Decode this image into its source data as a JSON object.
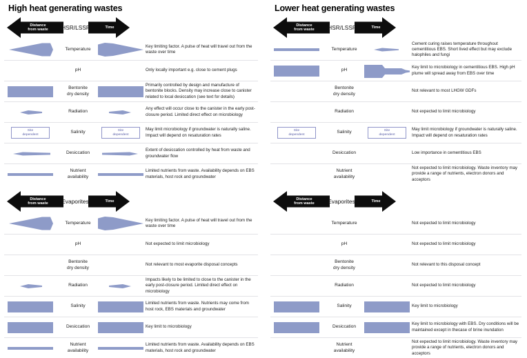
{
  "palette": {
    "blue": "#8e9bc8",
    "blue_stroke": "#7d8bbd",
    "black": "#0d0d0d",
    "rule": "#e2e2e6",
    "sitebox_border": "#8e93c8",
    "sitebox_text": "#5a5fa8",
    "background": "#ffffff"
  },
  "labels": {
    "distance_from_waste": "Distance\nfrom waste",
    "distance_line1": "Distance",
    "distance_line2": "from waste",
    "time": "Time"
  },
  "columns": [
    {
      "id": "high-heat",
      "title": "High heat generating wastes",
      "sections": [
        {
          "id": "hhgw-hsr-lssr",
          "band_title": "HSR/LSSR",
          "rows": [
            {
              "name": "Temperature",
              "name_lines": [
                "Temperature"
              ],
              "distance_glyph": "wedge-left",
              "time_glyph": "wedge-right",
              "text": "Key limiting factor. A pulse of heat will travel out from the waste over time"
            },
            {
              "name": "pH",
              "name_lines": [
                "pH"
              ],
              "distance_glyph": "none",
              "time_glyph": "none",
              "text": "Only locally important e.g. close to cement plugs"
            },
            {
              "name": "Bentonite dry density",
              "name_lines": [
                "Bentonite",
                "dry density"
              ],
              "distance_glyph": "block",
              "time_glyph": "block",
              "text": "Primarily controlled by design and manufacture of bentonite blocks. Density may increase close to canister related to local desiccation (see text for details)"
            },
            {
              "name": "Radiation",
              "name_lines": [
                "Radiation"
              ],
              "distance_glyph": "thin-arrow-left",
              "time_glyph": "thin-arrow-right",
              "text": "Any effect will occur close to the canister in the early post-closure period. Limited direct effect on microbiology"
            },
            {
              "name": "Salinity",
              "name_lines": [
                "Salinity"
              ],
              "distance_glyph": "site-dependent",
              "time_glyph": "site-dependent",
              "site_dependent_label": "Site\ndependent",
              "text": "May limit microbiology if groundwater is naturally saline. Impact will depend on resaturation rates"
            },
            {
              "name": "Desiccation",
              "name_lines": [
                "Desiccation"
              ],
              "distance_glyph": "taper-bar-left",
              "time_glyph": "taper-bar-right",
              "text": "Extent of desiccation controlled by heat from waste and groundwater flow"
            },
            {
              "name": "Nutrient availability",
              "name_lines": [
                "Nutrient",
                "availability"
              ],
              "distance_glyph": "bar",
              "time_glyph": "bar",
              "text": "Limited nutrients from waste. Availability depends on EBS materials, host rock and groundwater"
            }
          ]
        },
        {
          "id": "hhgw-evaporites",
          "band_title": "Evaporites",
          "rows": [
            {
              "name": "Temperature",
              "name_lines": [
                "Temperature"
              ],
              "distance_glyph": "wedge-left",
              "time_glyph": "wedge-right",
              "text": "Key limiting factor. A pulse of heat will travel out from the waste over time"
            },
            {
              "name": "pH",
              "name_lines": [
                "pH"
              ],
              "distance_glyph": "none",
              "time_glyph": "none",
              "text": "Not expected to limit microbiology"
            },
            {
              "name": "Bentonite dry density",
              "name_lines": [
                "Bentonite",
                "dry density"
              ],
              "distance_glyph": "none",
              "time_glyph": "none",
              "text": "Not relevant to most evaporite disposal concepts"
            },
            {
              "name": "Radiation",
              "name_lines": [
                "Radiation"
              ],
              "distance_glyph": "thin-arrow-left",
              "time_glyph": "thin-arrow-right",
              "text": "Impacts likely to be limited to close to the canister in the early post-closure period. Limited direct effect on microbiology"
            },
            {
              "name": "Salinity",
              "name_lines": [
                "Salinity"
              ],
              "distance_glyph": "block",
              "time_glyph": "block",
              "text": "Limited nutrients from waste. Nutrients may come from host rock, EBS materials and groundwater"
            },
            {
              "name": "Desiccation",
              "name_lines": [
                "Desiccation"
              ],
              "distance_glyph": "block",
              "time_glyph": "block",
              "text": "Key limit to microbiology"
            },
            {
              "name": "Nutrient availability",
              "name_lines": [
                "Nutrient",
                "availability"
              ],
              "distance_glyph": "bar",
              "time_glyph": "bar",
              "text": "Limited nutrients from waste. Availability depends on EBS materials, host rock and groundwater"
            }
          ]
        }
      ]
    },
    {
      "id": "lower-heat",
      "title": "Lower heat generating wastes",
      "sections": [
        {
          "id": "lhgw-hsr-lssr",
          "band_title": "HSR/LSSR",
          "rows": [
            {
              "name": "Temperature",
              "name_lines": [
                "Temperature"
              ],
              "distance_glyph": "bar",
              "time_glyph": "tiny-arrow-left",
              "text": "Cement curing raises temperature throughout cementitious EBS. Short lived effect but may exclude halophiles and fungi"
            },
            {
              "name": "pH",
              "name_lines": [
                "pH"
              ],
              "distance_glyph": "block",
              "time_glyph": "step-taper-right",
              "text": "Key limit to microbiology in cementitious EBS. High pH plume will spread away from EBS over time"
            },
            {
              "name": "Bentonite dry density",
              "name_lines": [
                "Bentonite",
                "dry density"
              ],
              "distance_glyph": "none",
              "time_glyph": "none",
              "text": "Not relevant to most LHGW GDFs"
            },
            {
              "name": "Radiation",
              "name_lines": [
                "Radiation"
              ],
              "distance_glyph": "none",
              "time_glyph": "none",
              "text": "Not expected to limit microbiology"
            },
            {
              "name": "Salinity",
              "name_lines": [
                "Salinity"
              ],
              "distance_glyph": "site-dependent",
              "time_glyph": "site-dependent",
              "site_dependent_label": "Site\ndependent",
              "text": "May limit microbiology if groundwater is naturally saline. Impact will depend on resaturation rates"
            },
            {
              "name": "Desiccation",
              "name_lines": [
                "Desiccation"
              ],
              "distance_glyph": "none",
              "time_glyph": "none",
              "text": "Low importance in cementitious EBS"
            },
            {
              "name": "Nutrient availability",
              "name_lines": [
                "Nutrient",
                "availability"
              ],
              "distance_glyph": "none",
              "time_glyph": "none",
              "text": "Not expected to limit microbiology. Waste inventory may provide a range of nutrients, electron donors and acceptors"
            }
          ]
        },
        {
          "id": "lhgw-evaporites",
          "band_title": "Evaporites",
          "rows": [
            {
              "name": "Temperature",
              "name_lines": [
                "Temperature"
              ],
              "distance_glyph": "none",
              "time_glyph": "none",
              "text": "Not expected to limit microbiology"
            },
            {
              "name": "pH",
              "name_lines": [
                "pH"
              ],
              "distance_glyph": "none",
              "time_glyph": "none",
              "text": "Not expected to limit microbiology"
            },
            {
              "name": "Bentonite dry density",
              "name_lines": [
                "Bentonite",
                "dry density"
              ],
              "distance_glyph": "none",
              "time_glyph": "none",
              "text": "Not relevant to this disposal concept"
            },
            {
              "name": "Radiation",
              "name_lines": [
                "Radiation"
              ],
              "distance_glyph": "none",
              "time_glyph": "none",
              "text": "Not expected to limit microbiology"
            },
            {
              "name": "Salinity",
              "name_lines": [
                "Salinity"
              ],
              "distance_glyph": "block",
              "time_glyph": "block",
              "text": "Key limit to microbiology"
            },
            {
              "name": "Desiccation",
              "name_lines": [
                "Desiccation"
              ],
              "distance_glyph": "block",
              "time_glyph": "block",
              "text": "Key limit to microbiology with EBS. Dry conditions will be maintained except in thecase of brine inundation"
            },
            {
              "name": "Nutrient availability",
              "name_lines": [
                "Nutrient",
                "availability"
              ],
              "distance_glyph": "none",
              "time_glyph": "none",
              "text": "Not expected to limit microbiology. Waste inventory may provide a range of nutrients, electron donors and acceptors"
            }
          ]
        }
      ]
    }
  ]
}
